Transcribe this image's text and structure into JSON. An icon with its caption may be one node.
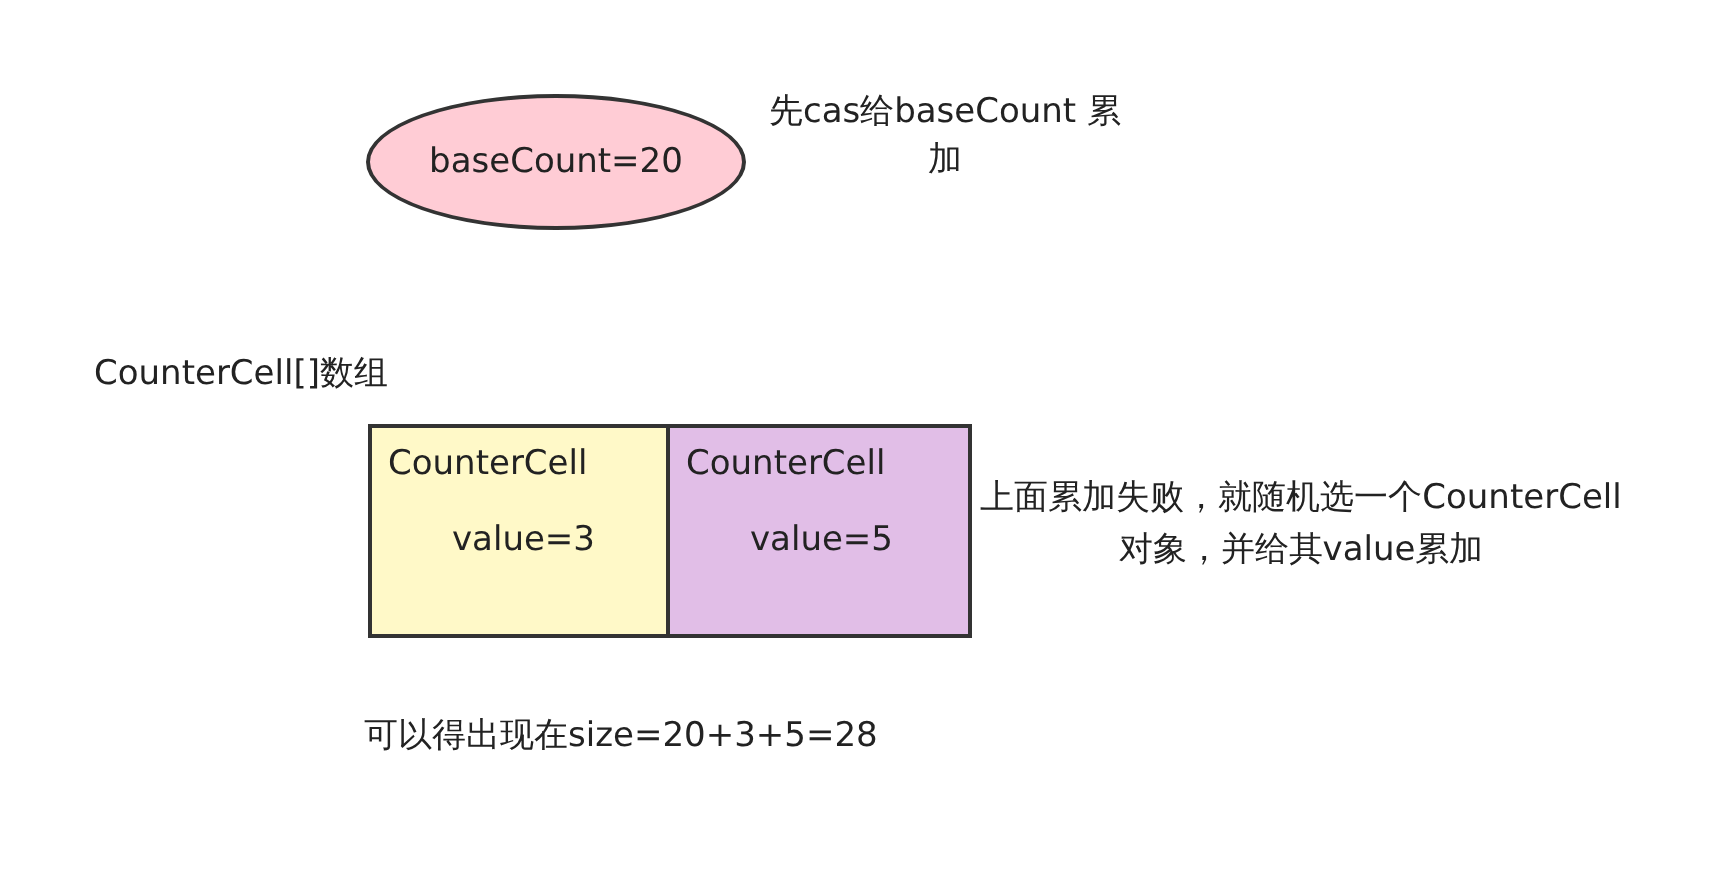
{
  "diagram": {
    "nodes": [
      {
        "text": [
          "baseCount=20"
        ],
        "beside": [
          "先cas给baseCount 累加"
        ]
      },
      {
        "text": [
          "CounterCell[]数组"
        ]
      },
      {
        "text": [
          "CounterCell",
          "value=3"
        ],
        "in": 1
      },
      {
        "text": [
          "CounterCell",
          "value=5"
        ],
        "in": 1
      }
    ],
    "edges": [],
    "labels": [
      "上面累加失败，就随机选一个CounterCell对象，并给其value累加",
      "可以得出现在size=20+3+5=28"
    ]
  }
}
